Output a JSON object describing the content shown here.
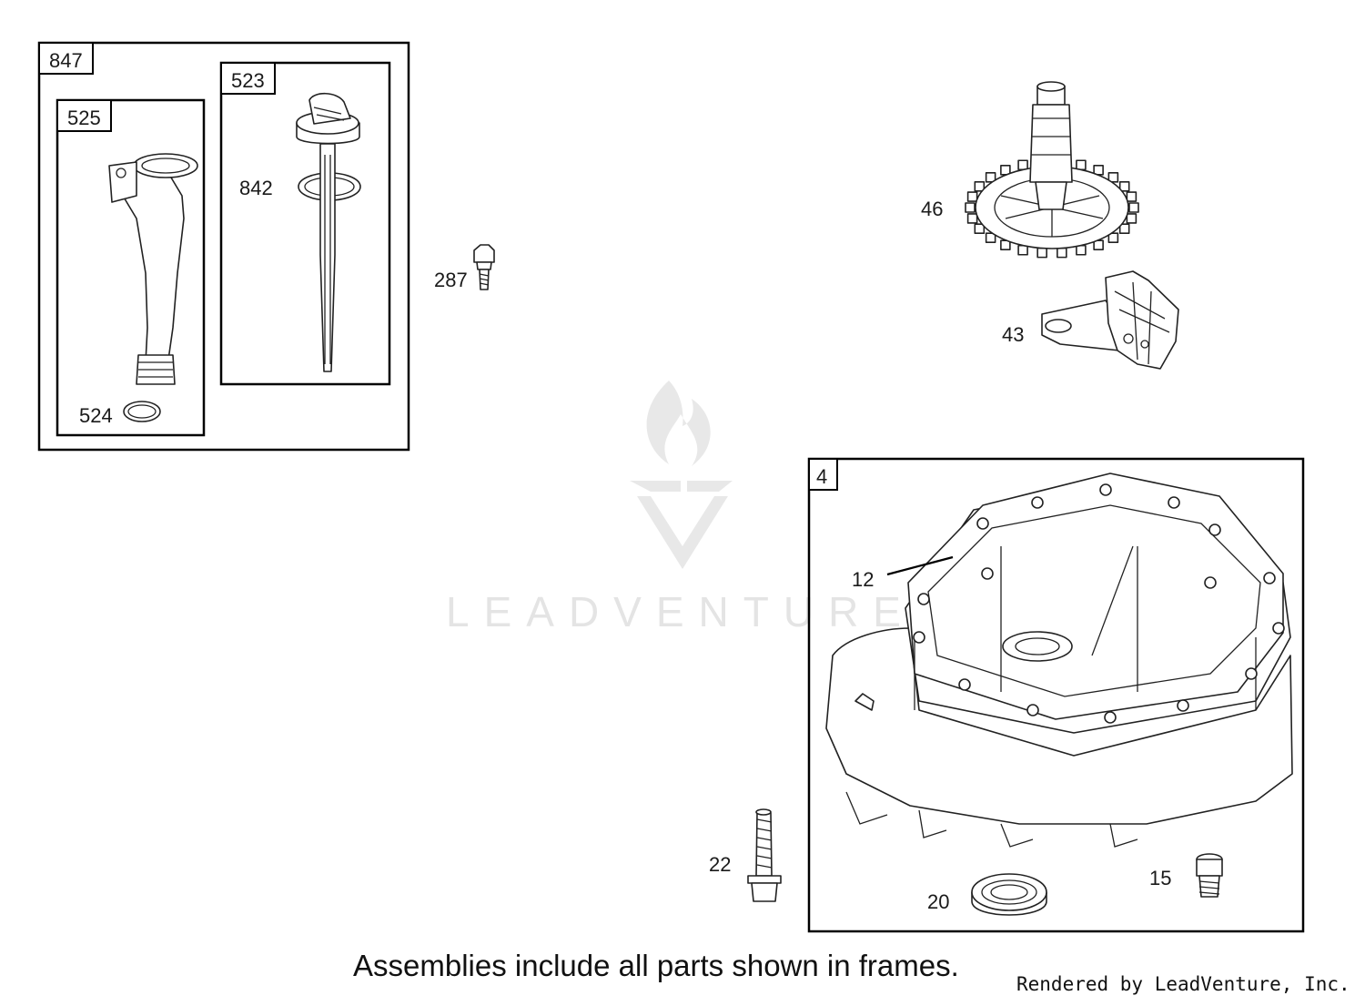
{
  "frames": {
    "assembly_847": "847",
    "assembly_525": "525",
    "assembly_523": "523",
    "assembly_4": "4"
  },
  "callouts": {
    "p842": "842",
    "p524": "524",
    "p287": "287",
    "p46": "46",
    "p43": "43",
    "p12": "12",
    "p22": "22",
    "p20": "20",
    "p15": "15"
  },
  "watermark": {
    "brand": "LEADVENTURE",
    "icon": "leadventure-flame-logo"
  },
  "footer": {
    "note": "Assemblies include all parts shown in frames.",
    "credit": "Rendered by LeadVenture, Inc."
  }
}
